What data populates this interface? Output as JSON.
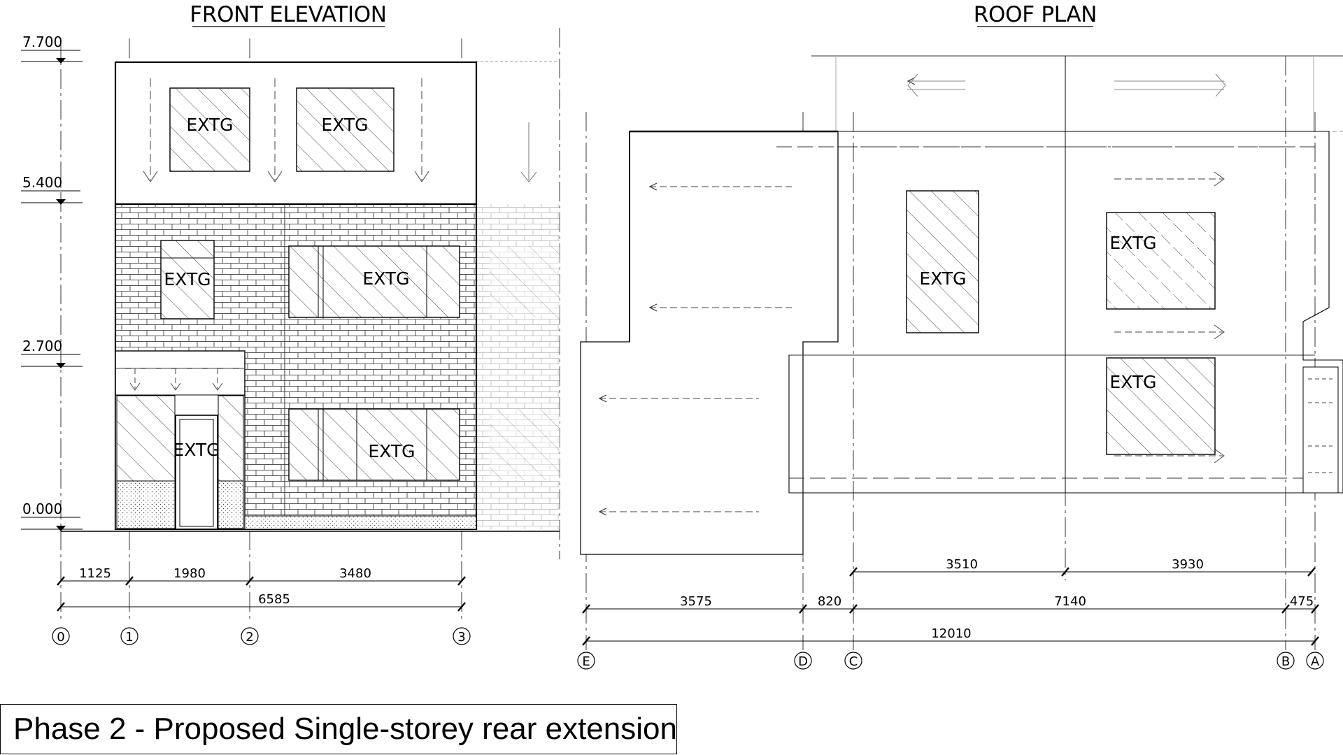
{
  "front_elevation": {
    "title": "FRONT ELEVATION",
    "levels": [
      "7.700",
      "5.400",
      "2.700",
      "0.000"
    ],
    "window_label": "EXTG",
    "dimensions": {
      "row1": [
        "1125",
        "1980",
        "3480"
      ],
      "overall": "6585"
    },
    "grid_labels": [
      "0",
      "1",
      "2",
      "3"
    ]
  },
  "roof_plan": {
    "title": "ROOF PLAN",
    "window_label": "EXTG",
    "dimensions": {
      "row1": [
        "3510",
        "3930"
      ],
      "row2": [
        "3575",
        "820",
        "7140",
        "475"
      ],
      "overall": "12010"
    },
    "grid_labels": [
      "E",
      "D",
      "C",
      "B",
      "A"
    ]
  },
  "caption": "Phase 2 - Proposed Single-storey rear extension"
}
